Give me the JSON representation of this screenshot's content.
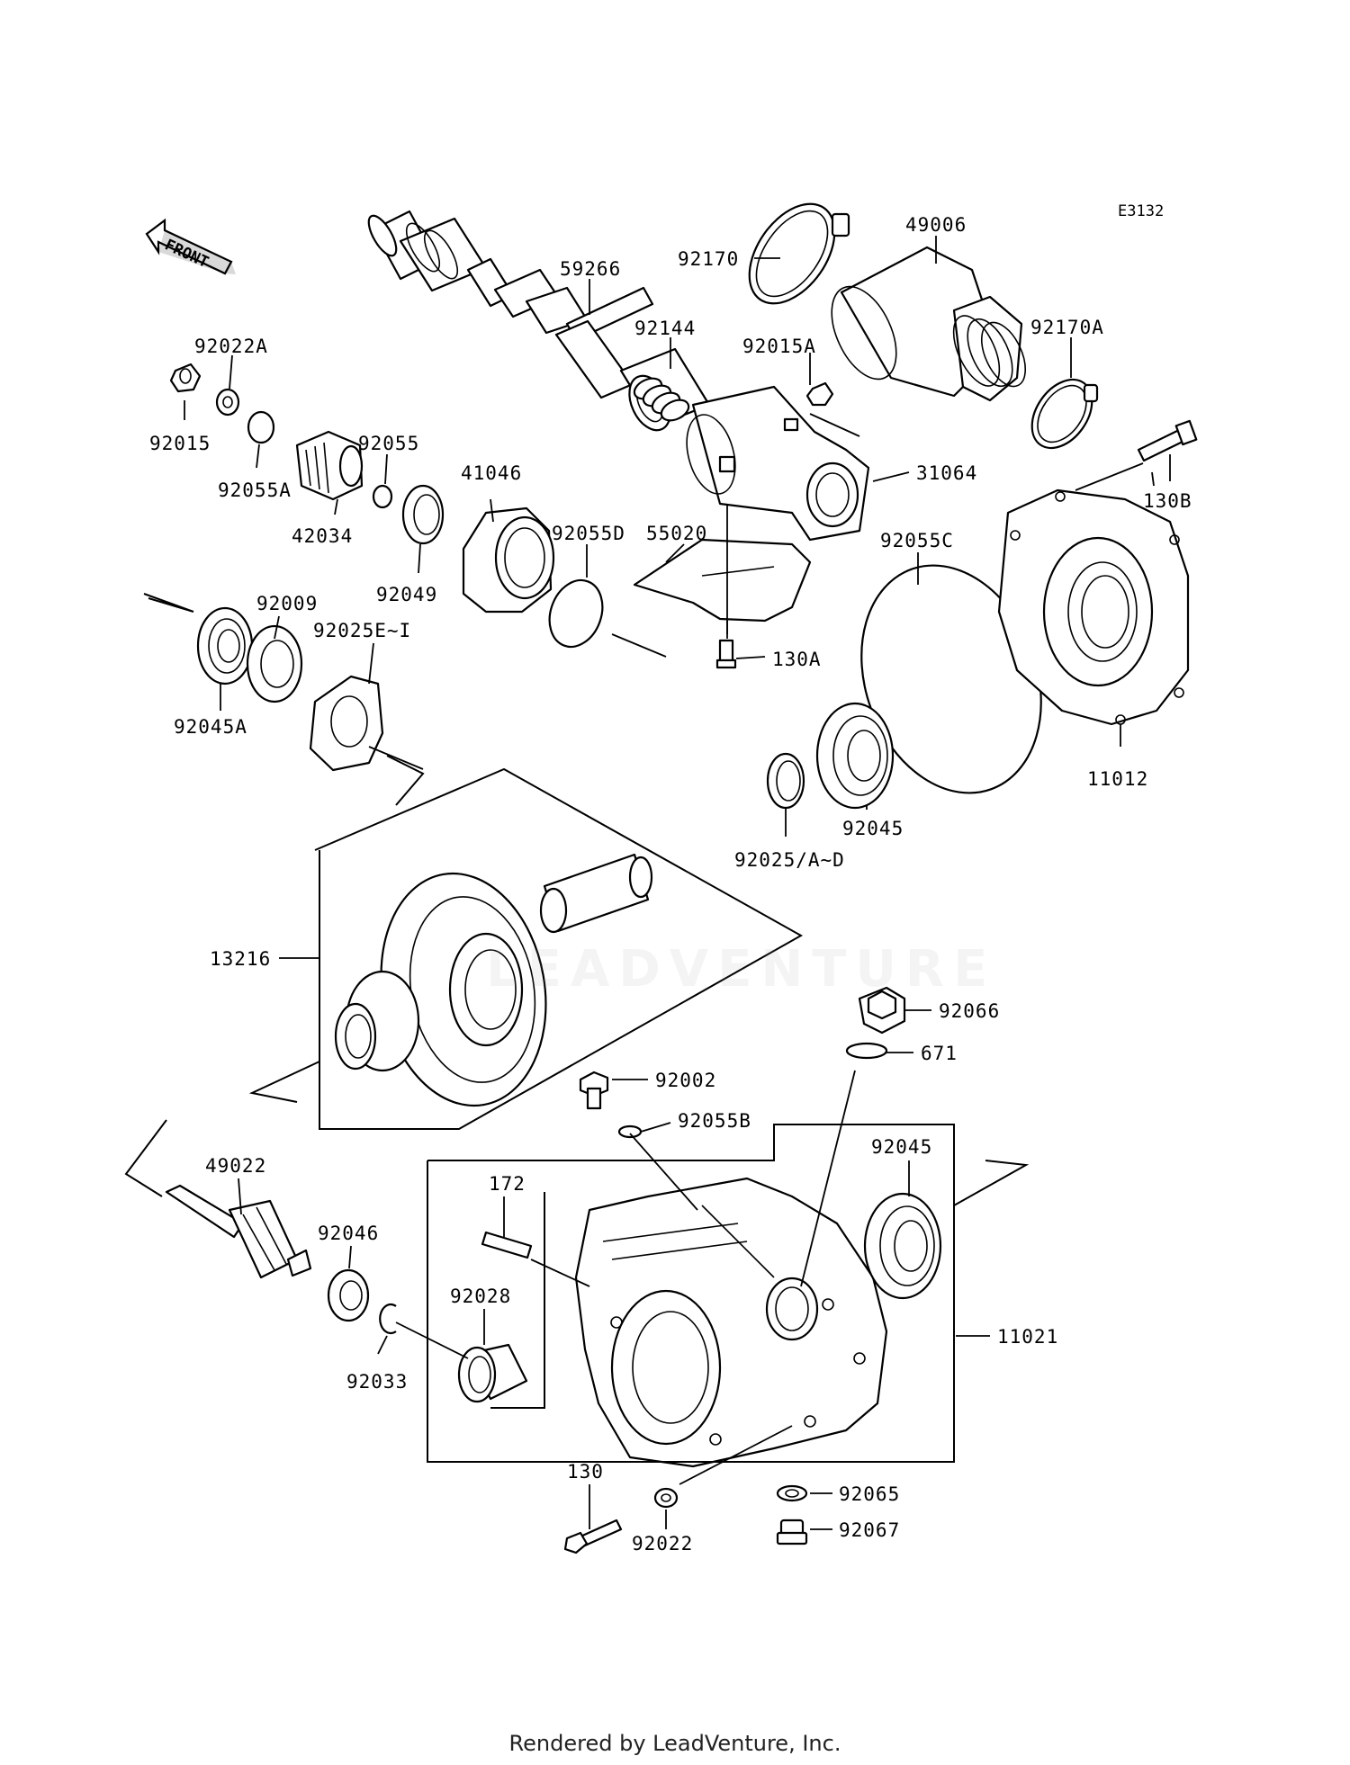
{
  "diagram_code": "E3132",
  "front_label": "FRONT",
  "watermark": "LEADVENTURE",
  "footer": "Rendered by LeadVenture, Inc.",
  "callouts": {
    "c92170": "92170",
    "c49006": "49006",
    "c59266": "59266",
    "c92144": "92144",
    "c92015A": "92015A",
    "c92170A": "92170A",
    "c92022A": "92022A",
    "c92015": "92015",
    "c92055": "92055",
    "c92055A": "92055A",
    "c42034": "42034",
    "c41046": "41046",
    "c92049": "92049",
    "c92055D": "92055D",
    "c55020": "55020",
    "c31064": "31064",
    "c130B": "130B",
    "c92055C": "92055C",
    "c130A": "130A",
    "c92009": "92009",
    "c92025EI": "92025E~I",
    "c92045A": "92045A",
    "c11012": "11012",
    "c92045_top": "92045",
    "c92025AD": "92025/A~D",
    "c13216": "13216",
    "c92066": "92066",
    "c671": "671",
    "c92002": "92002",
    "c92055B": "92055B",
    "c49022": "49022",
    "c172": "172",
    "c92045_bot": "92045",
    "c92046": "92046",
    "c92028": "92028",
    "c11021": "11021",
    "c92033": "92033",
    "c130": "130",
    "c92065": "92065",
    "c92067": "92067",
    "c92022": "92022"
  }
}
